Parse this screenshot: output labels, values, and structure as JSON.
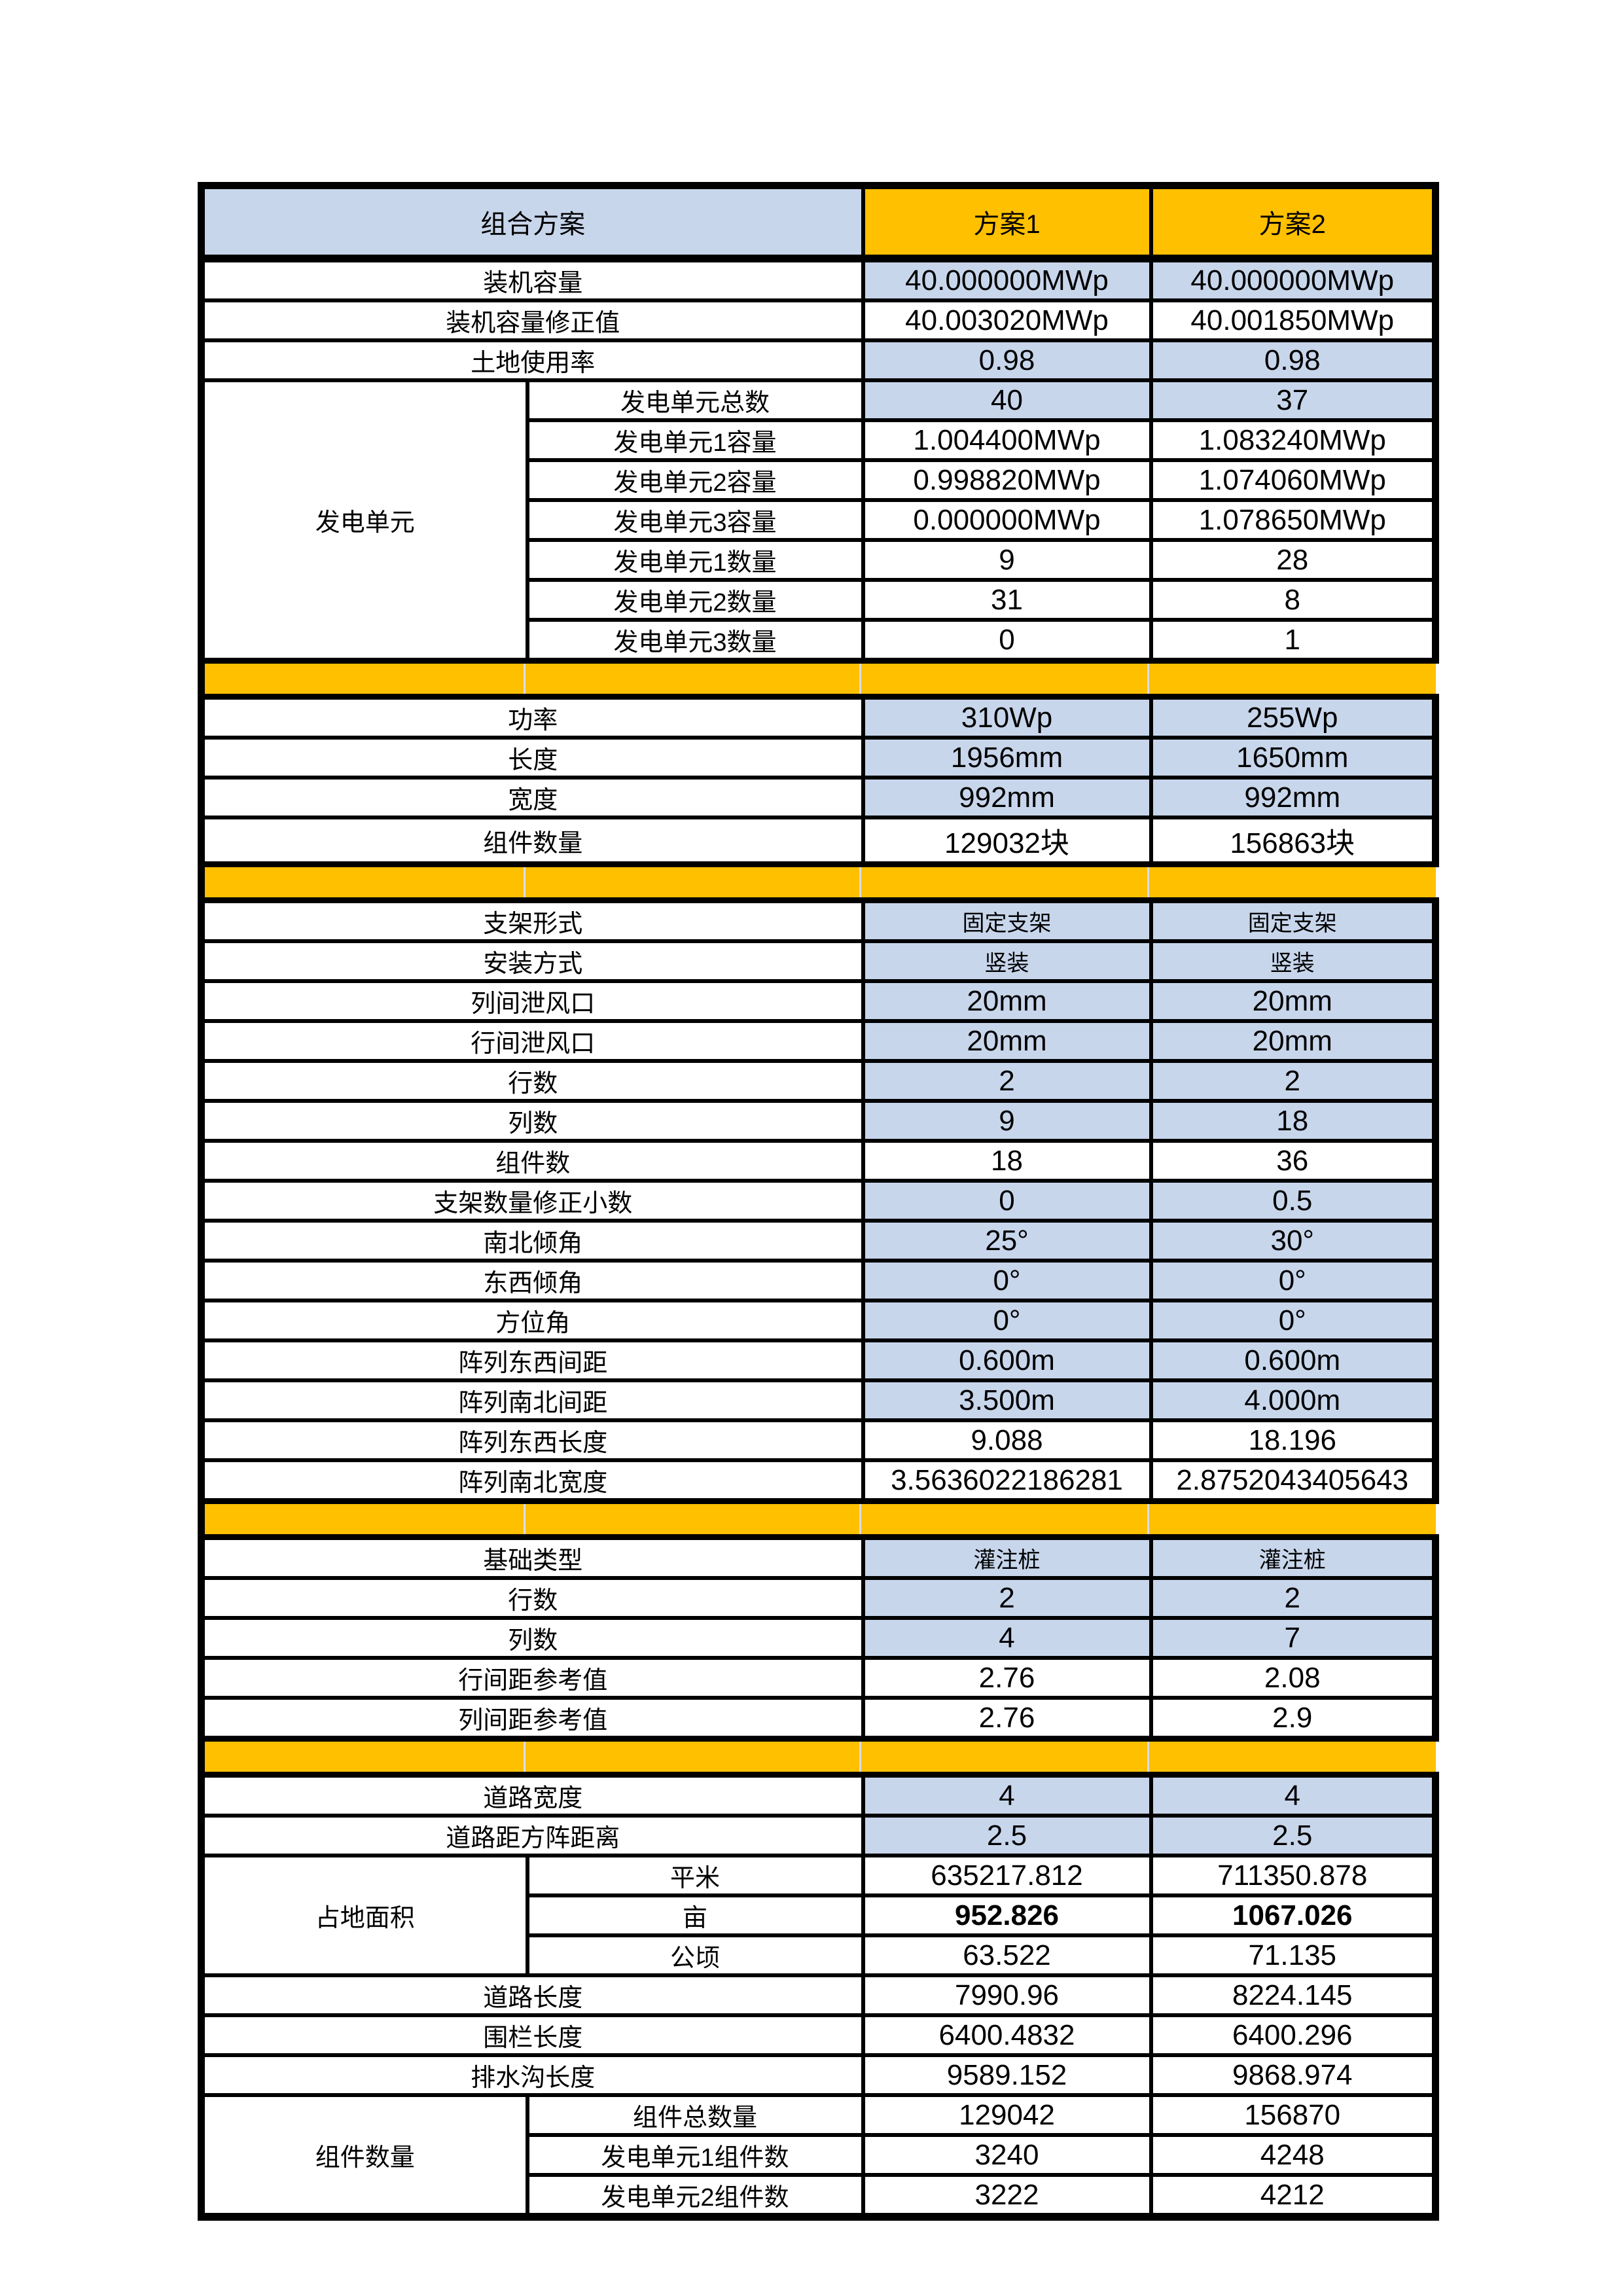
{
  "colors": {
    "orange": "#FFC000",
    "blue": "#C8D6EC",
    "border": "#000000",
    "page_bg": "#FFFFFF",
    "gridline": "#DEDEDE"
  },
  "header": {
    "combo_label": "组合方案",
    "scheme1": "方案1",
    "scheme2": "方案2"
  },
  "rows": [
    {
      "type": "data",
      "label": "装机容量",
      "v1": "40.000000MWp",
      "v2": "40.000000MWp",
      "bg": "blue"
    },
    {
      "type": "data",
      "label": "装机容量修正值",
      "v1": "40.003020MWp",
      "v2": "40.001850MWp",
      "bg": "white"
    },
    {
      "type": "data",
      "label": "土地使用率",
      "v1": "0.98",
      "v2": "0.98",
      "bg": "blue"
    },
    {
      "type": "data",
      "group": "发电单元",
      "span": 7,
      "label": "发电单元总数",
      "v1": "40",
      "v2": "37",
      "bg": "blue"
    },
    {
      "type": "data",
      "sub": true,
      "label": "发电单元1容量",
      "v1": "1.004400MWp",
      "v2": "1.083240MWp",
      "bg": "white"
    },
    {
      "type": "data",
      "sub": true,
      "label": "发电单元2容量",
      "v1": "0.998820MWp",
      "v2": "1.074060MWp",
      "bg": "white"
    },
    {
      "type": "data",
      "sub": true,
      "label": "发电单元3容量",
      "v1": "0.000000MWp",
      "v2": "1.078650MWp",
      "bg": "white"
    },
    {
      "type": "data",
      "sub": true,
      "label": "发电单元1数量",
      "v1": "9",
      "v2": "28",
      "bg": "white"
    },
    {
      "type": "data",
      "sub": true,
      "label": "发电单元2数量",
      "v1": "31",
      "v2": "8",
      "bg": "white"
    },
    {
      "type": "data",
      "sub": true,
      "label": "发电单元3数量",
      "v1": "0",
      "v2": "1",
      "bg": "white"
    },
    {
      "type": "band"
    },
    {
      "type": "data",
      "label": "功率",
      "v1": "310Wp",
      "v2": "255Wp",
      "bg": "blue"
    },
    {
      "type": "data",
      "label": "长度",
      "v1": "1956mm",
      "v2": "1650mm",
      "bg": "blue"
    },
    {
      "type": "data",
      "label": "宽度",
      "v1": "992mm",
      "v2": "992mm",
      "bg": "blue"
    },
    {
      "type": "data",
      "label": "组件数量",
      "v1": "129032块",
      "v2": "156863块",
      "bg": "white"
    },
    {
      "type": "band"
    },
    {
      "type": "data",
      "label": "支架形式",
      "v1": "固定支架",
      "v2": "固定支架",
      "bg": "blue",
      "small": true
    },
    {
      "type": "data",
      "label": "安装方式",
      "v1": "竖装",
      "v2": "竖装",
      "bg": "blue",
      "small": true
    },
    {
      "type": "data",
      "label": "列间泄风口",
      "v1": "20mm",
      "v2": "20mm",
      "bg": "blue"
    },
    {
      "type": "data",
      "label": "行间泄风口",
      "v1": "20mm",
      "v2": "20mm",
      "bg": "blue"
    },
    {
      "type": "data",
      "label": "行数",
      "v1": "2",
      "v2": "2",
      "bg": "blue"
    },
    {
      "type": "data",
      "label": "列数",
      "v1": "9",
      "v2": "18",
      "bg": "blue"
    },
    {
      "type": "data",
      "label": "组件数",
      "v1": "18",
      "v2": "36",
      "bg": "white"
    },
    {
      "type": "data",
      "label": "支架数量修正小数",
      "v1": "0",
      "v2": "0.5",
      "bg": "blue"
    },
    {
      "type": "data",
      "label": "南北倾角",
      "v1": "25°",
      "v2": "30°",
      "bg": "blue"
    },
    {
      "type": "data",
      "label": "东西倾角",
      "v1": "0°",
      "v2": "0°",
      "bg": "blue"
    },
    {
      "type": "data",
      "label": "方位角",
      "v1": "0°",
      "v2": "0°",
      "bg": "blue"
    },
    {
      "type": "data",
      "label": "阵列东西间距",
      "v1": "0.600m",
      "v2": "0.600m",
      "bg": "blue"
    },
    {
      "type": "data",
      "label": "阵列南北间距",
      "v1": "3.500m",
      "v2": "4.000m",
      "bg": "blue"
    },
    {
      "type": "data",
      "label": "阵列东西长度",
      "v1": "9.088",
      "v2": "18.196",
      "bg": "white"
    },
    {
      "type": "data",
      "label": "阵列南北宽度",
      "v1": "3.5636022186281",
      "v2": "2.8752043405643",
      "bg": "white"
    },
    {
      "type": "band"
    },
    {
      "type": "data",
      "label": "基础类型",
      "v1": "灌注桩",
      "v2": "灌注桩",
      "bg": "blue",
      "small": true
    },
    {
      "type": "data",
      "label": "行数",
      "v1": "2",
      "v2": "2",
      "bg": "blue"
    },
    {
      "type": "data",
      "label": "列数",
      "v1": "4",
      "v2": "7",
      "bg": "blue"
    },
    {
      "type": "data",
      "label": "行间距参考值",
      "v1": "2.76",
      "v2": "2.08",
      "bg": "white"
    },
    {
      "type": "data",
      "label": "列间距参考值",
      "v1": "2.76",
      "v2": "2.9",
      "bg": "white"
    },
    {
      "type": "band"
    },
    {
      "type": "data",
      "label": "道路宽度",
      "v1": "4",
      "v2": "4",
      "bg": "blue"
    },
    {
      "type": "data",
      "label": "道路距方阵距离",
      "v1": "2.5",
      "v2": "2.5",
      "bg": "blue"
    },
    {
      "type": "data",
      "group": "占地面积",
      "span": 3,
      "label": "平米",
      "v1": "635217.812",
      "v2": "711350.878",
      "bg": "white"
    },
    {
      "type": "data",
      "sub": true,
      "label": "亩",
      "v1": "952.826",
      "v2": "1067.026",
      "bg": "white",
      "bold": true
    },
    {
      "type": "data",
      "sub": true,
      "label": "公顷",
      "v1": "63.522",
      "v2": "71.135",
      "bg": "white"
    },
    {
      "type": "data",
      "label": "道路长度",
      "v1": "7990.96",
      "v2": "8224.145",
      "bg": "white"
    },
    {
      "type": "data",
      "label": "围栏长度",
      "v1": "6400.4832",
      "v2": "6400.296",
      "bg": "white"
    },
    {
      "type": "data",
      "label": "排水沟长度",
      "v1": "9589.152",
      "v2": "9868.974",
      "bg": "white"
    },
    {
      "type": "data",
      "group": "组件数量",
      "span": 3,
      "label": "组件总数量",
      "v1": "129042",
      "v2": "156870",
      "bg": "white"
    },
    {
      "type": "data",
      "sub": true,
      "label": "发电单元1组件数",
      "v1": "3240",
      "v2": "4248",
      "bg": "white"
    },
    {
      "type": "data",
      "sub": true,
      "label": "发电单元2组件数",
      "v1": "3222",
      "v2": "4212",
      "bg": "white"
    }
  ]
}
